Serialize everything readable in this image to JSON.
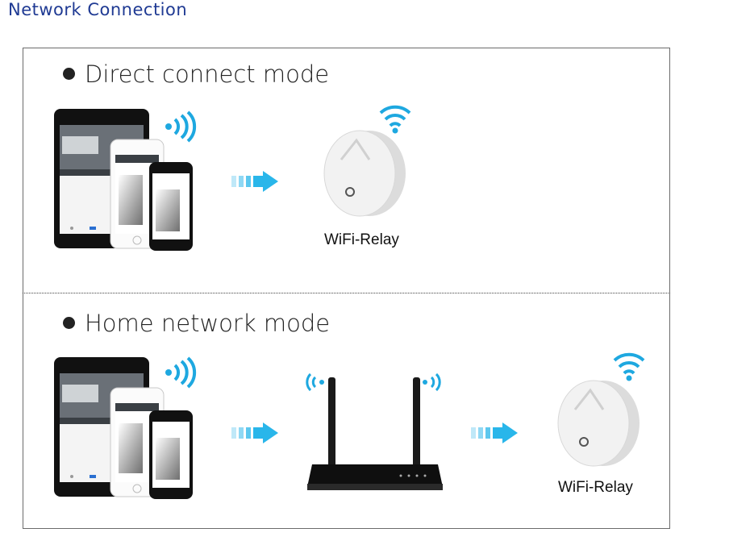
{
  "header": {
    "title": "Network Connection"
  },
  "sections": [
    {
      "title": "Direct connect mode",
      "device_label": "WiFi-Relay"
    },
    {
      "title": "Home network mode",
      "device_label": "WiFi-Relay"
    }
  ],
  "colors": {
    "header_text": "#1f3a93",
    "signal_blue": "#1ea8e0",
    "arrow_blue": "#29b6ea",
    "device_black": "#111111",
    "relay_white": "#f2f2f2"
  },
  "icons": [
    "wifi-signal-icon",
    "radio-waves-icon",
    "arrow-right-icon",
    "tablet-icon",
    "phone-icon",
    "router-icon",
    "relay-device-icon"
  ]
}
